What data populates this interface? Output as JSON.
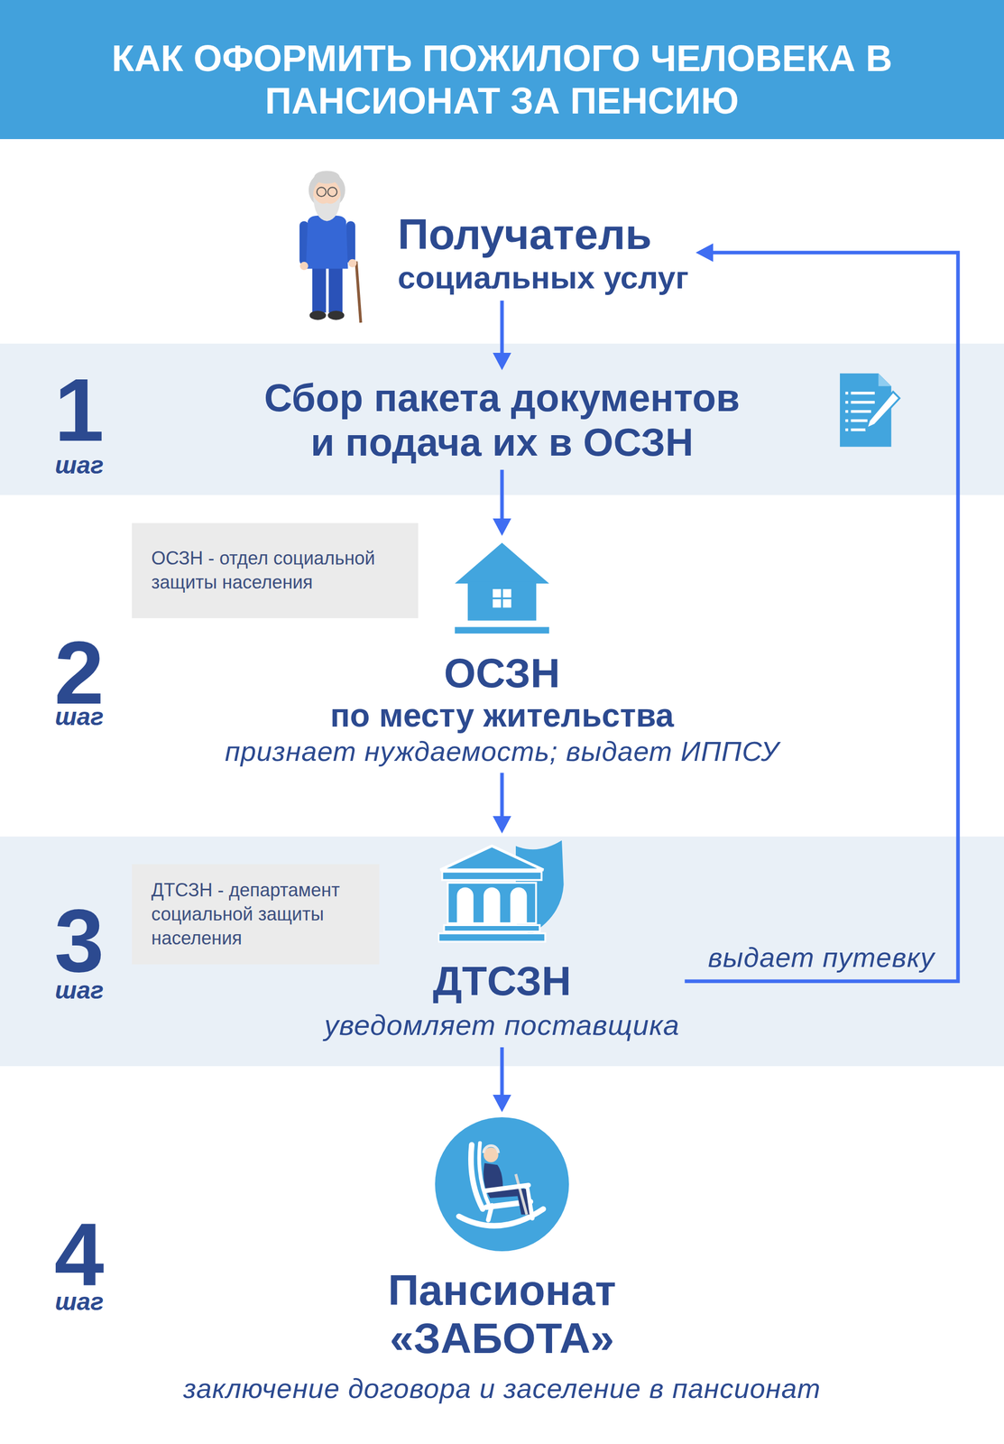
{
  "diagram": {
    "title": "КАК ОФОРМИТЬ ПОЖИЛОГО ЧЕЛОВЕКА В ПАНСИОНАТ ЗА ПЕНСИЮ",
    "nodes": [
      {
        "text": [
          "Получатель",
          "социальных услуг"
        ]
      },
      {
        "text": [
          "Сбор пакета документов и подача их в ОСЗН"
        ]
      },
      {
        "text": [
          "ОСЗН - отдел социальной защиты населения"
        ]
      },
      {
        "text": [
          "ОСЗН",
          "по месту жительства",
          "признает нуждаемость; выдает ИППСУ"
        ]
      },
      {
        "text": [
          "ДТСЗН - департамент социальной защиты населения"
        ]
      },
      {
        "text": [
          "ДТСЗН",
          "уведомляет поставщика"
        ]
      },
      {
        "text": [
          "Пансионат «ЗАБОТА»",
          "заключение договора и заселение в пансионат"
        ]
      }
    ],
    "edges": [
      {
        "from": 0,
        "to": 1,
        "arrow": "to"
      },
      {
        "from": 1,
        "to": 3,
        "arrow": "to"
      },
      {
        "from": 3,
        "to": 5,
        "arrow": "to"
      },
      {
        "from": 5,
        "to": 6,
        "arrow": "to"
      },
      {
        "from": 5,
        "to": 0,
        "label": "выдает путевку",
        "arrow": "to"
      }
    ],
    "labels": [
      "1",
      "шаг",
      "2",
      "шаг",
      "3",
      "шаг",
      "4",
      "шаг"
    ]
  }
}
